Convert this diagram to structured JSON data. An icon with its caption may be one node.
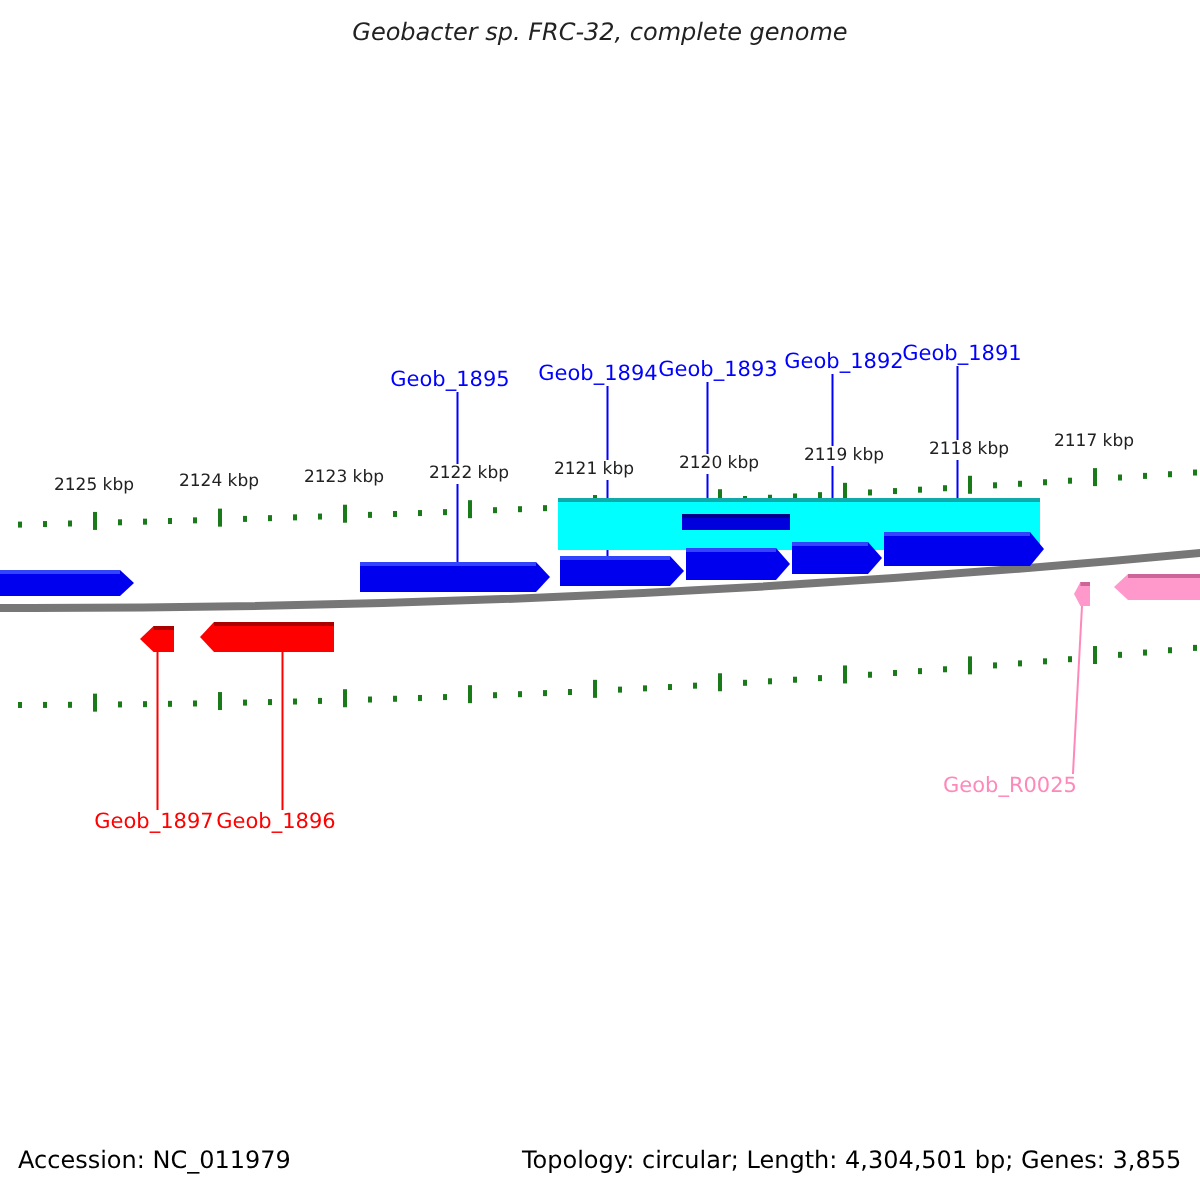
{
  "diagram": {
    "title": "Geobacter sp. FRC-32, complete genome",
    "nodes": [
      {
        "text": [
          "Geob_1895"
        ]
      },
      {
        "text": [
          "Geob_1894"
        ]
      },
      {
        "text": [
          "Geob_1893"
        ]
      },
      {
        "text": [
          "Geob_1892"
        ]
      },
      {
        "text": [
          "Geob_1891"
        ]
      },
      {
        "text": [
          "Geob_1897"
        ]
      },
      {
        "text": [
          "Geob_1896"
        ]
      },
      {
        "text": [
          "Geob_R0025"
        ]
      },
      {
        "text": [],
        "shape": "arrow"
      },
      {
        "text": [],
        "shape": "arrow"
      },
      {
        "text": [],
        "shape": "bar"
      },
      {
        "text": [],
        "shape": "bar",
        "in": 10
      },
      {
        "text": [],
        "shape": "arrow"
      },
      {
        "text": [],
        "shape": "arrow"
      },
      {
        "text": [],
        "shape": "arrow"
      },
      {
        "text": [],
        "shape": "arrow"
      },
      {
        "text": [],
        "shape": "arrow"
      },
      {
        "text": [],
        "shape": "arrow"
      },
      {
        "text": [],
        "shape": "arrow"
      },
      {
        "text": [],
        "shape": "arrow"
      }
    ],
    "edges": [
      {
        "from": 0,
        "to": 9,
        "arrow": "none"
      },
      {
        "from": 1,
        "to": 12,
        "arrow": "none"
      },
      {
        "from": 2,
        "to": 11,
        "arrow": "none"
      },
      {
        "from": 3,
        "to": 14,
        "arrow": "none"
      },
      {
        "from": 4,
        "to": 15,
        "arrow": "none"
      },
      {
        "from": 5,
        "to": 16,
        "arrow": "none",
        "color": "#ff0000"
      },
      {
        "from": 6,
        "to": 17,
        "arrow": "none",
        "color": "#ff0000"
      },
      {
        "from": 7,
        "to": 18,
        "arrow": "none",
        "color": "#ff88bb"
      }
    ],
    "labels": [
      "2125 kbp",
      "2124 kbp",
      "2123 kbp",
      "2122 kbp",
      "2121 kbp",
      "2120 kbp",
      "2119 kbp",
      "2118 kbp",
      "2117 kbp",
      "Accession: NC_011979",
      "Topology: circular; Length: 4,304,501 bp; Genes: 3,855"
    ]
  }
}
